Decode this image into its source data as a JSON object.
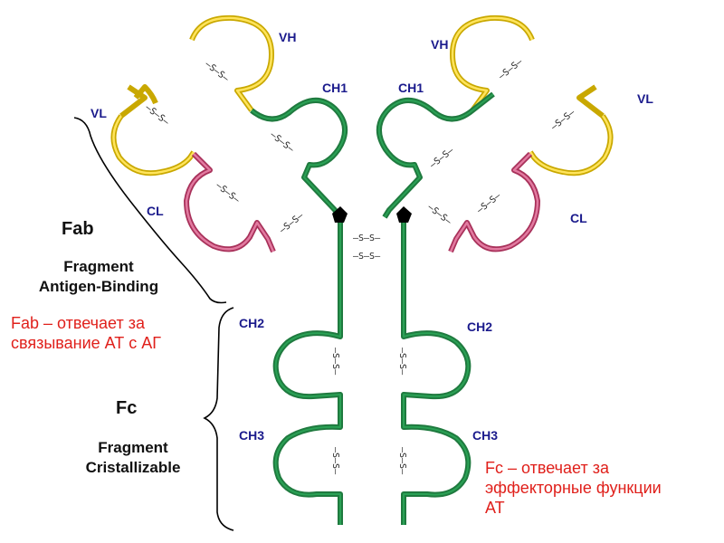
{
  "domains": {
    "vh": "VH",
    "vl": "VL",
    "ch1": "CH1",
    "cl": "CL",
    "ch2": "CH2",
    "ch3": "CH3"
  },
  "bond_label": "–S–S–",
  "fab": {
    "abbr": "Fab",
    "full_line1": "Fragment",
    "full_line2": "Antigen-Binding",
    "note_line1": "Fab – отвечает за",
    "note_line2": "связывание АТ с АГ"
  },
  "fc": {
    "abbr": "Fc",
    "full_line1": "Fragment",
    "full_line2": "Cristallizable",
    "note_line1": "Fc – отвечает за",
    "note_line2": "эффекторные функции",
    "note_line3": "АТ"
  },
  "colors": {
    "heavy_chain": "#1f7a3f",
    "variable_domain": "#c9a800",
    "light_constant_domain": "#a8315a",
    "domain_label": "#1a1a8c",
    "note_text": "#e0201b"
  }
}
